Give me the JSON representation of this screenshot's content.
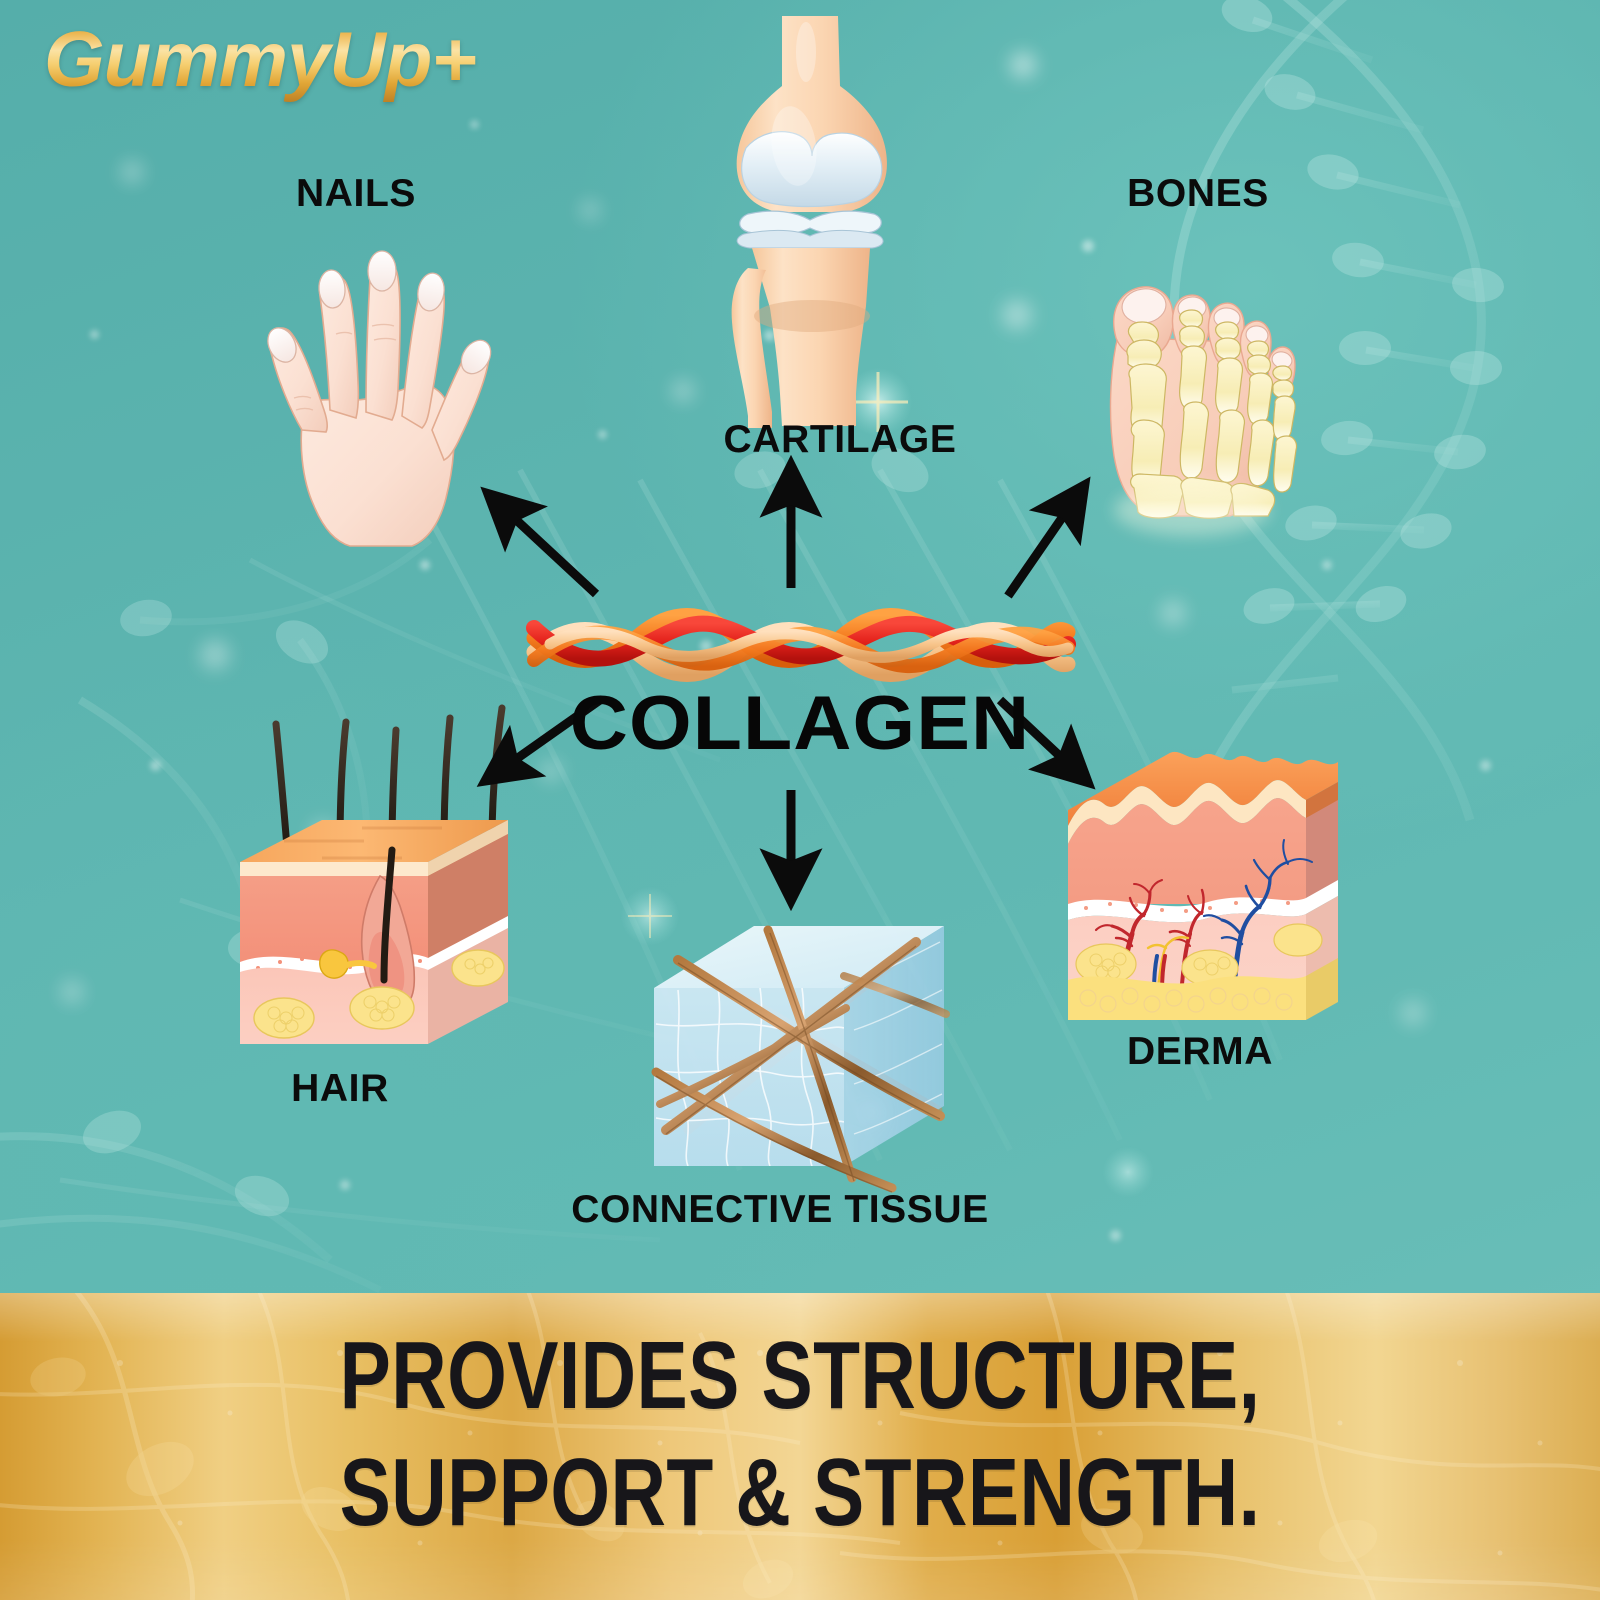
{
  "brand": {
    "logo_text": "GummyUp+",
    "logo_gold_light": "#fbe3a4",
    "logo_gold_dark": "#b9781f"
  },
  "theme": {
    "background_teal": "#5cb3ae",
    "banner_gold": "#e8bf63",
    "label_color": "#0b0b0b",
    "collagen_red": "#e8241d",
    "collagen_orange": "#f47b1f",
    "collagen_tan": "#f7c48a"
  },
  "center": {
    "title": "COLLAGEN",
    "icon": "collagen-triple-helix"
  },
  "nodes": [
    {
      "id": "nails",
      "label": "NAILS",
      "icon": "hand-icon"
    },
    {
      "id": "cartilage",
      "label": "CARTILAGE",
      "icon": "knee-joint-icon"
    },
    {
      "id": "bones",
      "label": "BONES",
      "icon": "foot-bones-icon"
    },
    {
      "id": "hair",
      "label": "HAIR",
      "icon": "hair-skin-block-icon"
    },
    {
      "id": "connective",
      "label": "CONNECTIVE TISSUE",
      "icon": "fiber-cube-icon"
    },
    {
      "id": "derma",
      "label": "DERMA",
      "icon": "skin-layers-block-icon"
    }
  ],
  "arrows": [
    {
      "from": "collagen",
      "to": "nails",
      "direction": "up-left"
    },
    {
      "from": "collagen",
      "to": "cartilage",
      "direction": "up"
    },
    {
      "from": "collagen",
      "to": "bones",
      "direction": "up-right"
    },
    {
      "from": "collagen",
      "to": "hair",
      "direction": "down-left"
    },
    {
      "from": "collagen",
      "to": "connective",
      "direction": "down"
    },
    {
      "from": "collagen",
      "to": "derma",
      "direction": "down-right"
    }
  ],
  "banner": {
    "line1": "PROVIDES STRUCTURE,",
    "line2": "SUPPORT & STRENGTH."
  }
}
